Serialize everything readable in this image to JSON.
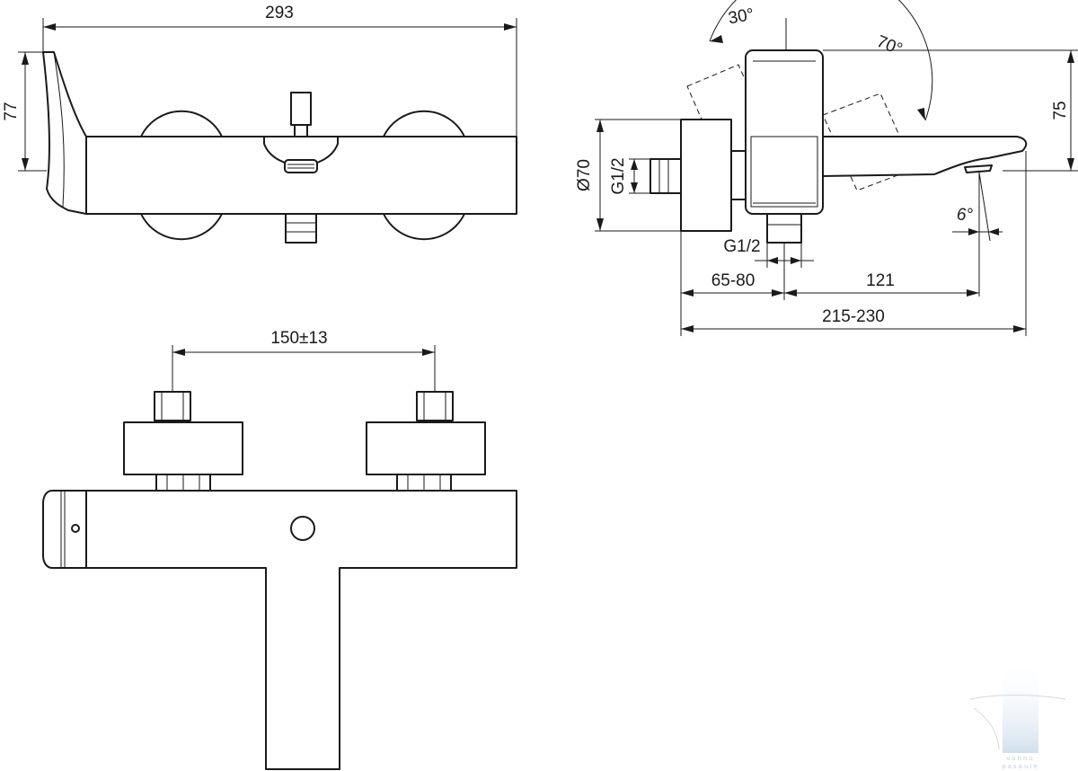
{
  "dimensions": {
    "width_293": "293",
    "height_77": "77",
    "angle_30": "30°",
    "angle_70": "70°",
    "height_75": "75",
    "diameter_70": "Ø70",
    "thread_side": "G1/2",
    "thread_bottom": "G1/2",
    "angle_6": "6°",
    "depth_65_80": "65-80",
    "reach_121": "121",
    "total_215_230": "215-230",
    "centers_150": "150±13"
  },
  "watermark": {
    "line1": "vannu",
    "line2": "pasaule"
  },
  "colors": {
    "line": "#1a1a1a",
    "background": "#ffffff",
    "watermark": "#b9c6d3"
  }
}
